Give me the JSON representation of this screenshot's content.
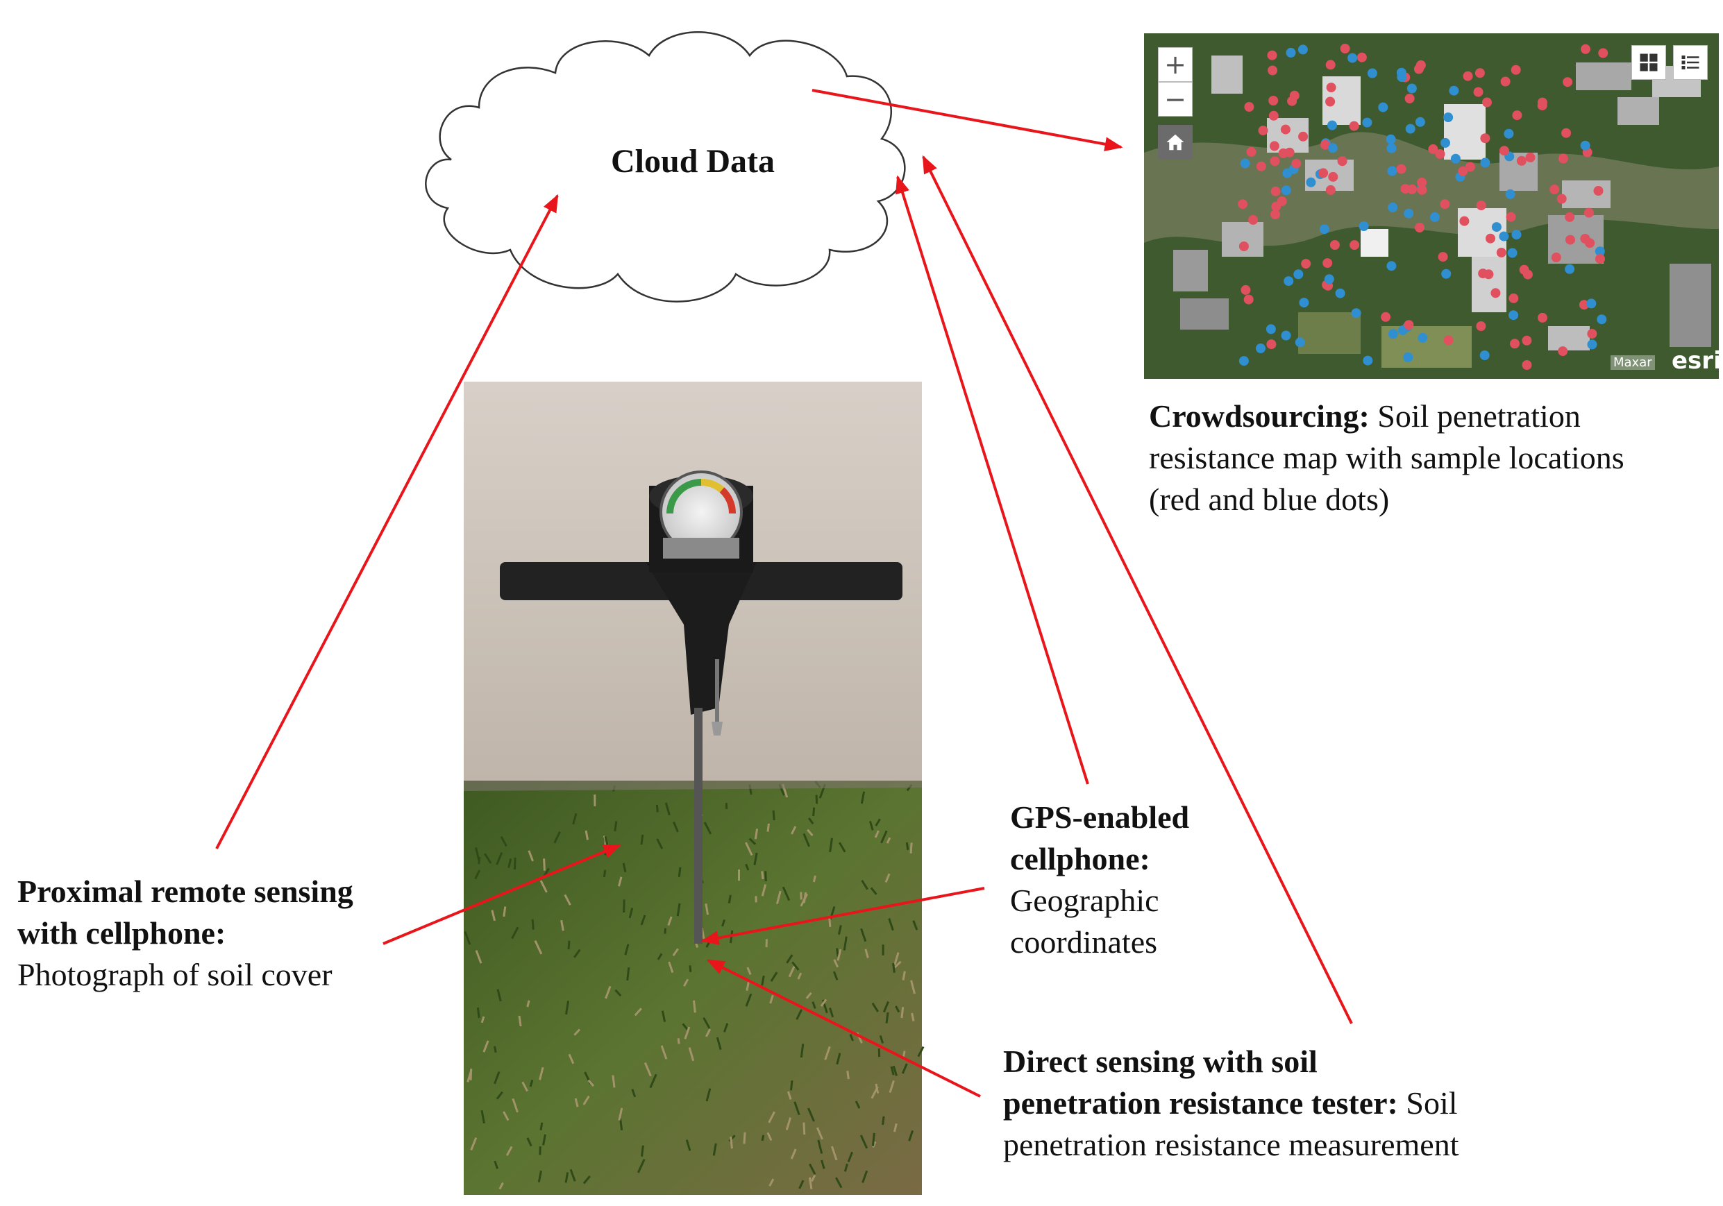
{
  "cloud": {
    "title": "Cloud Data"
  },
  "map": {
    "zoom_in": "+",
    "zoom_out": "−",
    "attribution_maxar": "Maxar",
    "attribution_esri": "esri",
    "icons": [
      "home-icon",
      "basemap-grid-icon",
      "legend-list-icon"
    ]
  },
  "labels": {
    "crowdsourcing": {
      "bold": "Crowdsourcing:",
      "line1": "Soil penetration",
      "line2": "resistance map with sample locations",
      "line3": "(red and blue dots)"
    },
    "proximal": {
      "line1": "Proximal remote sensing",
      "line2": "with cellphone:",
      "line3": "Photograph of soil cover"
    },
    "gps": {
      "line1": "GPS-enabled",
      "line2": "cellphone:",
      "line3": "Geographic",
      "line4": "coordinates"
    },
    "direct": {
      "line1": "Direct sensing with soil",
      "line2_bold": "penetration resistance tester:",
      "line2_rest": "Soil",
      "line3": "penetration resistance measurement"
    }
  },
  "colors": {
    "arrow": "#e8161b",
    "sample_red": "#e0505e",
    "sample_blue": "#2f8fd0",
    "grass": "#4f6a2c",
    "concrete": "#c9bfb6"
  }
}
